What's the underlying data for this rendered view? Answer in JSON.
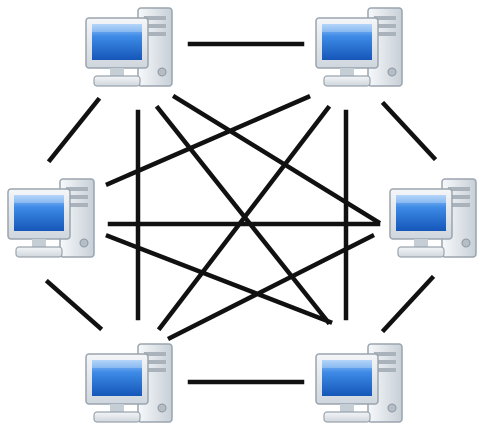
{
  "diagram": {
    "type": "full mesh network",
    "node_icon": "desktop-computer-icon",
    "nodes": [
      {
        "id": "top-left"
      },
      {
        "id": "top-right"
      },
      {
        "id": "middle-left"
      },
      {
        "id": "middle-right"
      },
      {
        "id": "bottom-left"
      },
      {
        "id": "bottom-right"
      }
    ],
    "links": [
      [
        "top-left",
        "top-right"
      ],
      [
        "top-left",
        "middle-left"
      ],
      [
        "top-left",
        "middle-right"
      ],
      [
        "top-left",
        "bottom-left"
      ],
      [
        "top-left",
        "bottom-right"
      ],
      [
        "top-right",
        "middle-left"
      ],
      [
        "top-right",
        "middle-right"
      ],
      [
        "top-right",
        "bottom-left"
      ],
      [
        "top-right",
        "bottom-right"
      ],
      [
        "middle-left",
        "middle-right"
      ],
      [
        "middle-left",
        "bottom-left"
      ],
      [
        "middle-left",
        "bottom-right"
      ],
      [
        "middle-right",
        "bottom-left"
      ],
      [
        "middle-right",
        "bottom-right"
      ],
      [
        "bottom-left",
        "bottom-right"
      ]
    ],
    "colors": {
      "link": "#111111",
      "screen": "#1f6fd6",
      "screen_highlight": "#7fb8f5",
      "case": "#e9edf1",
      "case_shadow": "#b9c2cb"
    }
  }
}
